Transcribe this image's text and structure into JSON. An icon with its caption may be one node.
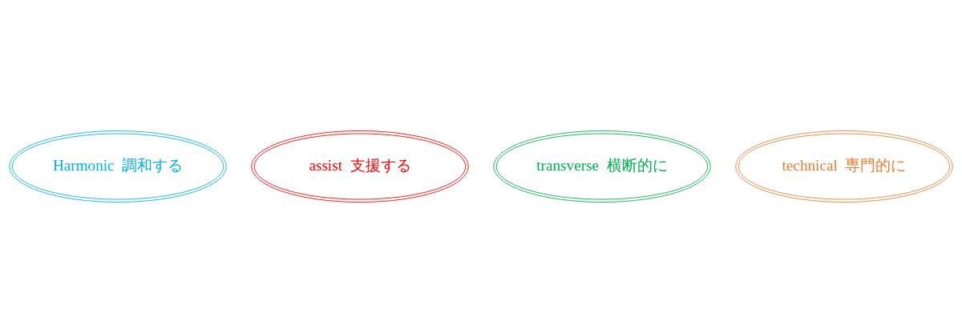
{
  "diagram": {
    "nodes": [
      {
        "text": [
          "Harmonic  調和する"
        ]
      },
      {
        "text": [
          "assist  支援する"
        ]
      },
      {
        "text": [
          "transverse  横断的に"
        ]
      },
      {
        "text": [
          "technical  専門的に"
        ]
      }
    ]
  }
}
